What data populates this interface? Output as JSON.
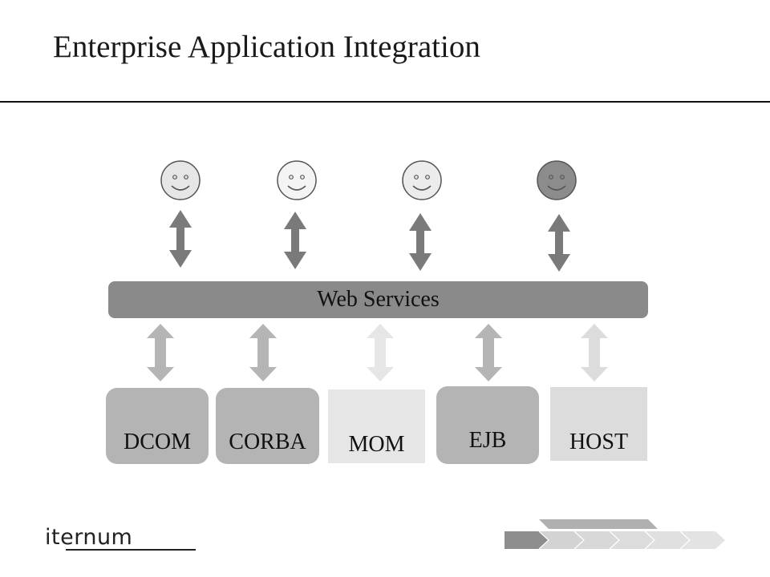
{
  "title": "Enterprise Application Integration",
  "web_services": "Web Services",
  "systems": [
    "DCOM",
    "CORBA",
    "MOM",
    "EJB",
    "HOST"
  ],
  "logo": "iternum",
  "colors": {
    "user_face": "#e6e6e6",
    "highlight_face": "#8c8c8c",
    "bar": "#8a8a8a",
    "upper_arrow": "#7a7a7a"
  }
}
